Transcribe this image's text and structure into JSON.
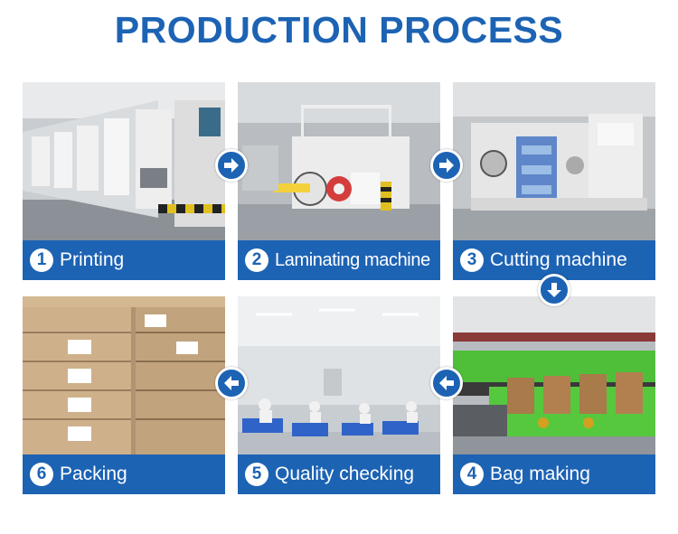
{
  "title": "PRODUCTION PROCESS",
  "colors": {
    "accent": "#1d63b4",
    "background": "#ffffff",
    "badge": "#ffffff"
  },
  "steps": [
    {
      "number": "1",
      "label": "Printing",
      "photo": "printing-press-photo"
    },
    {
      "number": "2",
      "label": "Laminating machine",
      "photo": "laminating-machine-photo"
    },
    {
      "number": "3",
      "label": "Cutting machine",
      "photo": "cutting-machine-photo"
    },
    {
      "number": "4",
      "label": "Bag making",
      "photo": "bag-making-line-photo"
    },
    {
      "number": "5",
      "label": "Quality checking",
      "photo": "quality-check-room-photo"
    },
    {
      "number": "6",
      "label": "Packing",
      "photo": "packed-cartons-photo"
    }
  ],
  "arrows": [
    {
      "from": "1",
      "to": "2",
      "direction": "right",
      "icon": "arrow-right-icon"
    },
    {
      "from": "2",
      "to": "3",
      "direction": "right",
      "icon": "arrow-right-icon"
    },
    {
      "from": "3",
      "to": "4",
      "direction": "down",
      "icon": "arrow-down-icon"
    },
    {
      "from": "4",
      "to": "5",
      "direction": "left",
      "icon": "arrow-left-icon"
    },
    {
      "from": "5",
      "to": "6",
      "direction": "left",
      "icon": "arrow-left-icon"
    }
  ]
}
